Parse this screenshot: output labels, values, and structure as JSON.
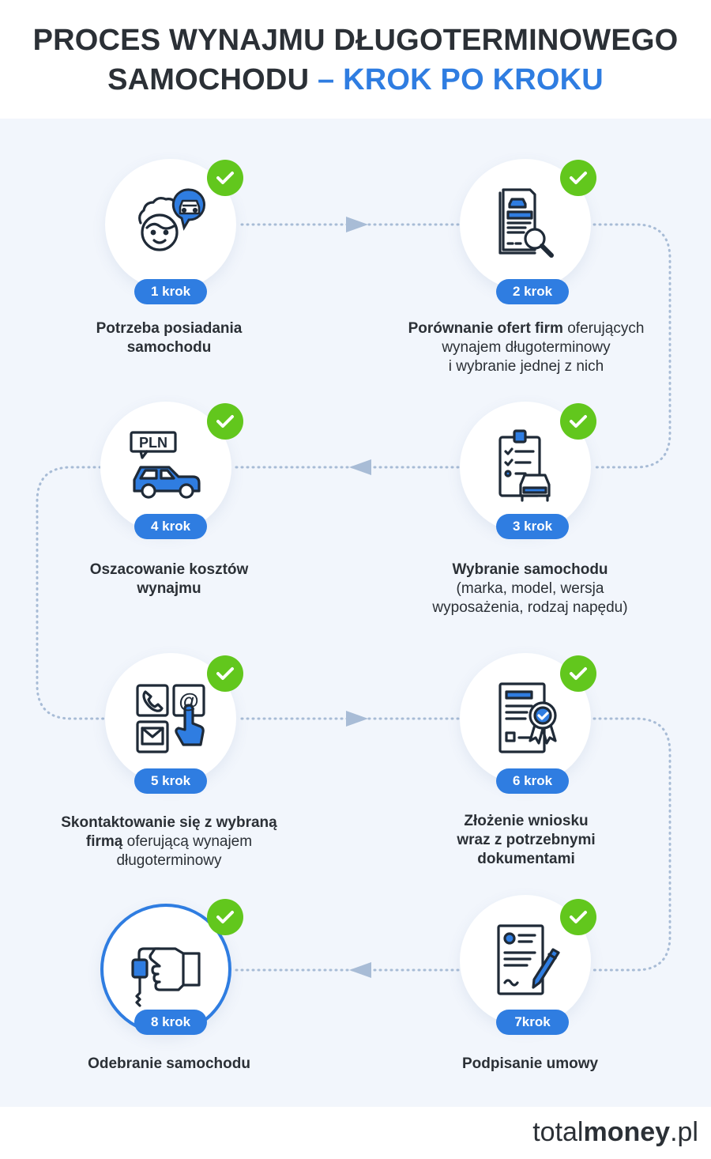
{
  "header": {
    "title_line1": "PROCES WYNAJMU DŁUGOTERMINOWEGO",
    "title_line2": "SAMOCHODU",
    "title_dash": " – ",
    "title_accent": "KROK PO KROKU"
  },
  "steps": [
    {
      "badge": "1 krok",
      "bold1": "Potrzeba posiadania",
      "bold2": "samochodu",
      "icon": "person-car-icon"
    },
    {
      "badge": "2 krok",
      "bold1": "Porównanie ofert firm",
      "text1": " oferujących",
      "text2": "wynajem długoterminowy",
      "text3": "i wybranie jednej z nich",
      "icon": "document-search-icon"
    },
    {
      "badge": "3 krok",
      "bold1": "Wybranie samochodu",
      "text1": "(marka, model, wersja",
      "text2": "wyposażenia, rodzaj napędu)",
      "icon": "clipboard-car-icon"
    },
    {
      "badge": "4 krok",
      "bold1": "Oszacowanie kosztów",
      "bold2": "wynajmu",
      "icon": "pln-car-icon",
      "icon_text": "PLN"
    },
    {
      "badge": "5 krok",
      "bold1": "Skontaktowanie się z wybraną",
      "bold2": "firmą",
      "text1": " oferującą wynajem",
      "text2": "długoterminowy",
      "icon": "contact-icon",
      "icon_text": "@"
    },
    {
      "badge": "6 krok",
      "bold1": "Złożenie wniosku",
      "bold2": "wraz z potrzebnymi",
      "bold3": "dokumentami",
      "icon": "certificate-icon"
    },
    {
      "badge": "7krok",
      "bold1": "Podpisanie umowy",
      "icon": "contract-sign-icon"
    },
    {
      "badge": "8 krok",
      "bold1": "Odebranie samochodu",
      "icon": "hand-key-icon"
    }
  ],
  "footer": {
    "brand_light": "total",
    "brand_bold": "money",
    "brand_tld": ".pl"
  },
  "colors": {
    "accent": "#2f7de1",
    "check": "#62c71d",
    "panel": "#f2f6fc",
    "text": "#2b3036",
    "path": "#a8bcd6"
  }
}
